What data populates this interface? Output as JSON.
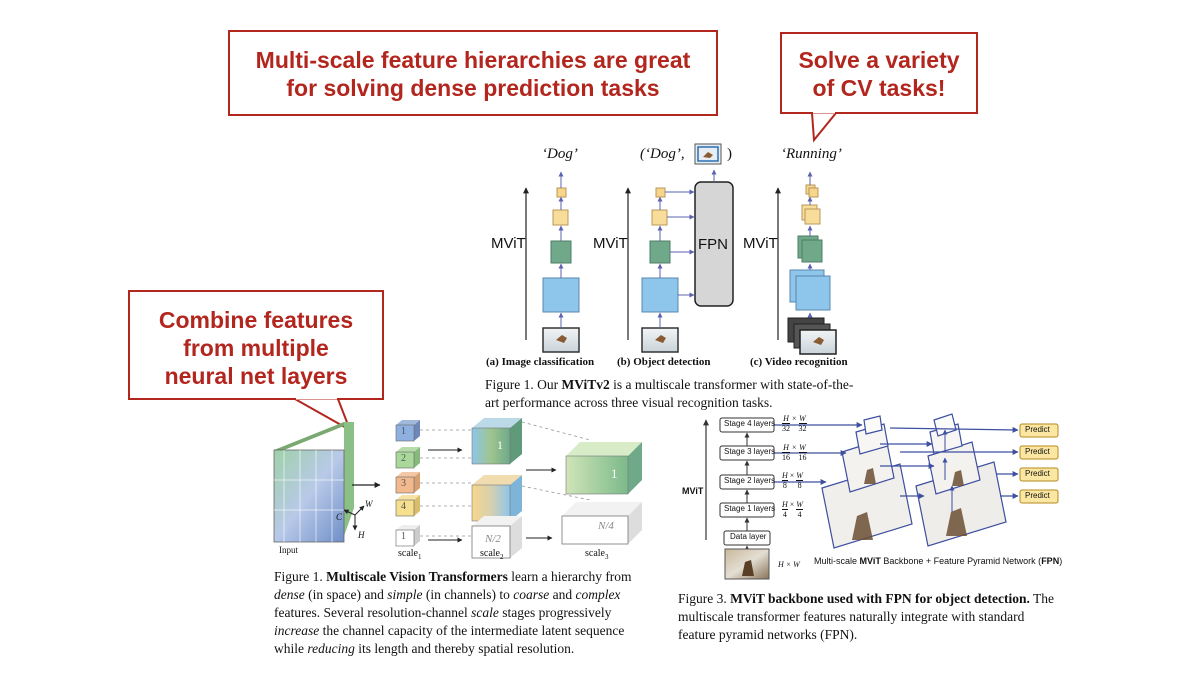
{
  "callouts": {
    "top": {
      "line1": "Multi-scale feature hierarchies are great",
      "line2": "for solving dense prediction tasks"
    },
    "right": {
      "line1": "Solve a variety",
      "line2": "of CV tasks!"
    },
    "left": {
      "line1": "Combine features",
      "line2": "from multiple",
      "line3": "neural net layers"
    }
  },
  "fig_top": {
    "outputs": {
      "cls": "‘Dog’",
      "det_open": "(‘Dog’,",
      "det_close": ")",
      "video": "‘Running’"
    },
    "mvit_label": "MViT",
    "fpn_label": "FPN",
    "sub_a": "(a) Image classification",
    "sub_b": "(b) Object detection",
    "sub_c": "(c) Video recognition",
    "caption_prefix": "Figure 1.  Our ",
    "caption_bold": "MViTv2",
    "caption_rest": " is a multiscale transformer with state-of-the-art performance across three visual recognition tasks."
  },
  "fig_left": {
    "input_label": "Input",
    "scale1": "scale",
    "scale2": "scale",
    "scale3": "scale",
    "sub1": "1",
    "sub2": "2",
    "sub3": "3",
    "block1": "1",
    "block2": "N/2",
    "block3": "N/4",
    "axis_c": "C",
    "axis_w": "W",
    "axis_h": "H",
    "slices": [
      "1",
      "2",
      "3",
      "4",
      "1"
    ],
    "caption": {
      "p1": "Figure 1. ",
      "p2": "Multiscale Vision Transformers",
      "p3": " learn a hierarchy from ",
      "p4": "dense",
      "p5": " (in space) and ",
      "p6": "simple",
      "p7": " (in channels) to ",
      "p8": "coarse",
      "p9": " and ",
      "p10": "complex",
      "p11": " features.  Several resolution-channel ",
      "p12": "scale",
      "p13": " stages progressively ",
      "p14": "increase",
      "p15": " the channel capacity of the intermediate latent sequence while ",
      "p16": "reducing",
      "p17": " its length and thereby spatial resolution."
    }
  },
  "fig_right": {
    "mvit_label": "MViT",
    "stages": [
      "Stage 4 layers",
      "Stage 3 layers",
      "Stage 2 layers",
      "Stage 1 layers",
      "Data layer"
    ],
    "res": [
      {
        "h": "H",
        "hd": "32",
        "w": "W",
        "wd": "32"
      },
      {
        "h": "H",
        "hd": "16",
        "w": "W",
        "wd": "16"
      },
      {
        "h": "H",
        "hd": "8",
        "w": "W",
        "wd": "8"
      },
      {
        "h": "H",
        "hd": "4",
        "w": "W",
        "wd": "4"
      }
    ],
    "times": "×",
    "input_res": "H × W",
    "predict": "Predict",
    "fpn_caption_a": "Multi-scale ",
    "fpn_caption_b": "MViT",
    "fpn_caption_c": " Backbone + Feature Pyramid Network (",
    "fpn_caption_d": "FPN",
    "fpn_caption_e": ")",
    "caption_prefix": "Figure 3.  ",
    "caption_bold": "MViT backbone used with FPN for object detection.",
    "caption_rest": " The multiscale transformer features naturally integrate with standard feature pyramid networks (FPN)."
  },
  "colors": {
    "accent": "#b3261e",
    "blue": "#8ec5ea",
    "green": "#6fa98a",
    "yellow": "#f7dc9a",
    "fpn_gray": "#d6d6d6",
    "predict": "#fbe7a1"
  }
}
